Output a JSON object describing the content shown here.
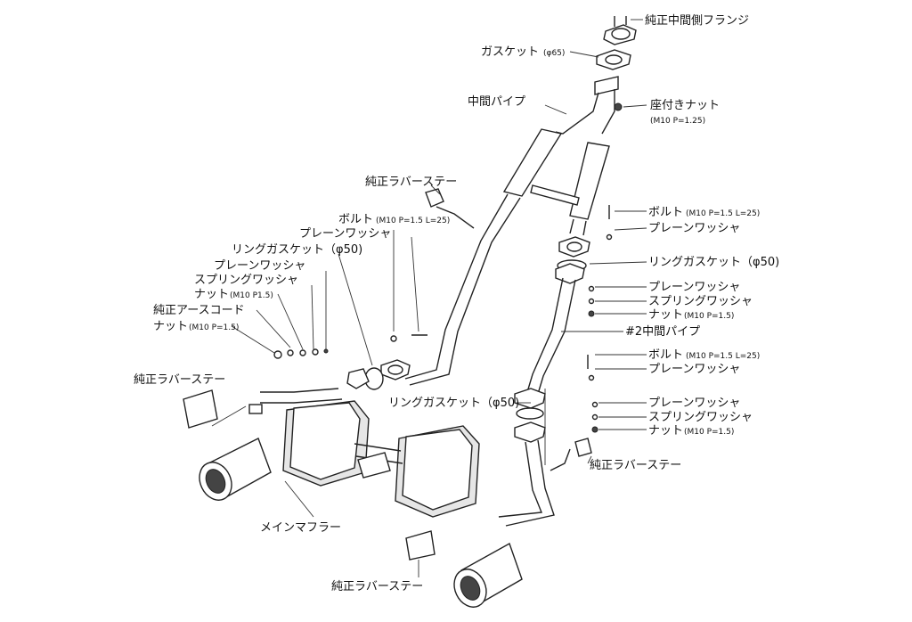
{
  "labels": {
    "flange": "純正中間側フランジ",
    "gasket_main": "ガスケット",
    "gasket_main_size": "(φ65)",
    "mid_pipe": "中間パイプ",
    "seated_nut": "座付きナット",
    "seated_nut_spec": "(M10 P=1.25)",
    "rubber_stay_a": "純正ラバーステー",
    "bolt_left": "ボルト",
    "bolt_left_spec": "(M10 P=1.5 L=25)",
    "plain_washer_a": "プレーンワッシャ",
    "ring_gasket_left": "リングガスケット（φ50)",
    "plain_washer_b": "プレーンワッシャ",
    "spring_washer_left": "スプリングワッシャ",
    "nut_left_a": "ナット",
    "nut_left_a_spec": "(M10 P1.5)",
    "earth_cord": "純正アースコード",
    "nut_left_b": "ナット",
    "nut_left_b_spec": "(M10 P=1.5)",
    "bolt_right_a": "ボルト",
    "bolt_right_a_spec": "(M10 P=1.5 L=25)",
    "plain_washer_c": "プレーンワッシャ",
    "ring_gasket_right": "リングガスケット（φ50)",
    "plain_washer_d": "プレーンワッシャ",
    "spring_washer_right_a": "スプリングワッシャ",
    "nut_right_a": "ナット",
    "nut_right_a_spec": "(M10 P=1.5)",
    "mid_pipe_2": "#2中間パイプ",
    "bolt_right_b": "ボルト",
    "bolt_right_b_spec": "(M10 P=1.5 L=25)",
    "plain_washer_e": "プレーンワッシャ",
    "rubber_stay_left": "純正ラバーステー",
    "ring_gasket_lower": "リングガスケット（φ50)",
    "plain_washer_f": "プレーンワッシャ",
    "spring_washer_right_b": "スプリングワッシャ",
    "nut_right_b": "ナット",
    "nut_right_b_spec": "(M10 P=1.5)",
    "rubber_stay_right": "純正ラバーステー",
    "main_muffler": "メインマフラー",
    "rubber_stay_bottom": "純正ラバーステー"
  }
}
